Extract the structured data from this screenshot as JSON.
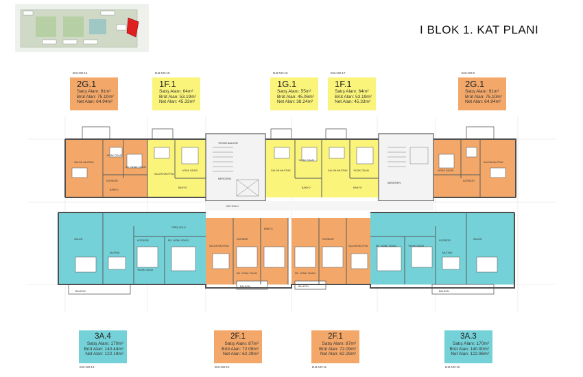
{
  "header": {
    "title": "I BLOK 1. KAT PLANI"
  },
  "colors": {
    "orange": "#f3a86a",
    "yellow": "#fbf47a",
    "cyan": "#73d1d7",
    "wall": "#5a5a5a"
  },
  "top_units": [
    {
      "bbno": "B.B.NO:14",
      "code": "2G.1",
      "sales": "Satış Alanı:  91m²",
      "gross": "Brüt Alan:  75.10m²",
      "net": "Net Alan:   64.94m²",
      "color": "orange"
    },
    {
      "bbno": "B.B.NO:15",
      "code": "1F.1",
      "sales": "Satış Alanı:  64m²",
      "gross": "Brüt Alan:  53.19m²",
      "net": "Net Alan:   45.33m²",
      "color": "yellow"
    },
    {
      "bbno": "B.B.NO:16",
      "code": "1G.1",
      "sales": "Satış Alanı:  55m²",
      "gross": "Brüt Alan:  45.06m²",
      "net": "Net Alan:   38.24m²",
      "color": "yellow"
    },
    {
      "bbno": "B.B.NO:17",
      "code": "1F.1",
      "sales": "Satış Alanı:  64m²",
      "gross": "Brüt Alan:  53.19m²",
      "net": "Net Alan:   45.33m²",
      "color": "yellow"
    },
    {
      "bbno": "B.B.NO:9",
      "code": "2G.1",
      "sales": "Satış Alanı:  91m²",
      "gross": "Brüt Alan:  75.10m²",
      "net": "Net Alan:   64.94m²",
      "color": "orange"
    }
  ],
  "bottom_units": [
    {
      "bbno": "B.B.NO:13",
      "code": "3A.4",
      "sales": "Satış Alanı:  170m²",
      "gross": "Brüt Alan:  140.44m²",
      "net": "Net Alan:  122.19m²",
      "color": "cyan"
    },
    {
      "bbno": "B.B.NO:12",
      "code": "2F.1",
      "sales": "Satış Alanı:  87m²",
      "gross": "Brüt Alan:  72.09m²",
      "net": "Net Alan:  62.29m²",
      "color": "orange"
    },
    {
      "bbno": "B.B.NO:11",
      "code": "2F.1",
      "sales": "Satış Alanı:  87m²",
      "gross": "Brüt Alan:  72.09m²",
      "net": "Net Alan:  62.29m²",
      "color": "orange"
    },
    {
      "bbno": "B.B.NO:10",
      "code": "3A.3",
      "sales": "Satış Alanı:  170m²",
      "gross": "Brüt Alan:  140.90m²",
      "net": "Net Alan:  122.96m²",
      "color": "cyan"
    }
  ],
  "room_labels": {
    "salon": "SALON",
    "salon_mutfak": "SALON+MUTFAK",
    "yatak": "YATAK ODASI",
    "eb_yatak": "EB. YATAK ODASI",
    "banyo": "BANYO",
    "koridor": "KORIDOR",
    "giris": "GİRİŞ HOLÜ",
    "balkon": "BALKON",
    "mutfak": "MUTFAK",
    "merdiven": "MERDİVEN",
    "kat_holu": "KAT HOLÜ",
    "teknik": "TEKNIK BALKON"
  }
}
